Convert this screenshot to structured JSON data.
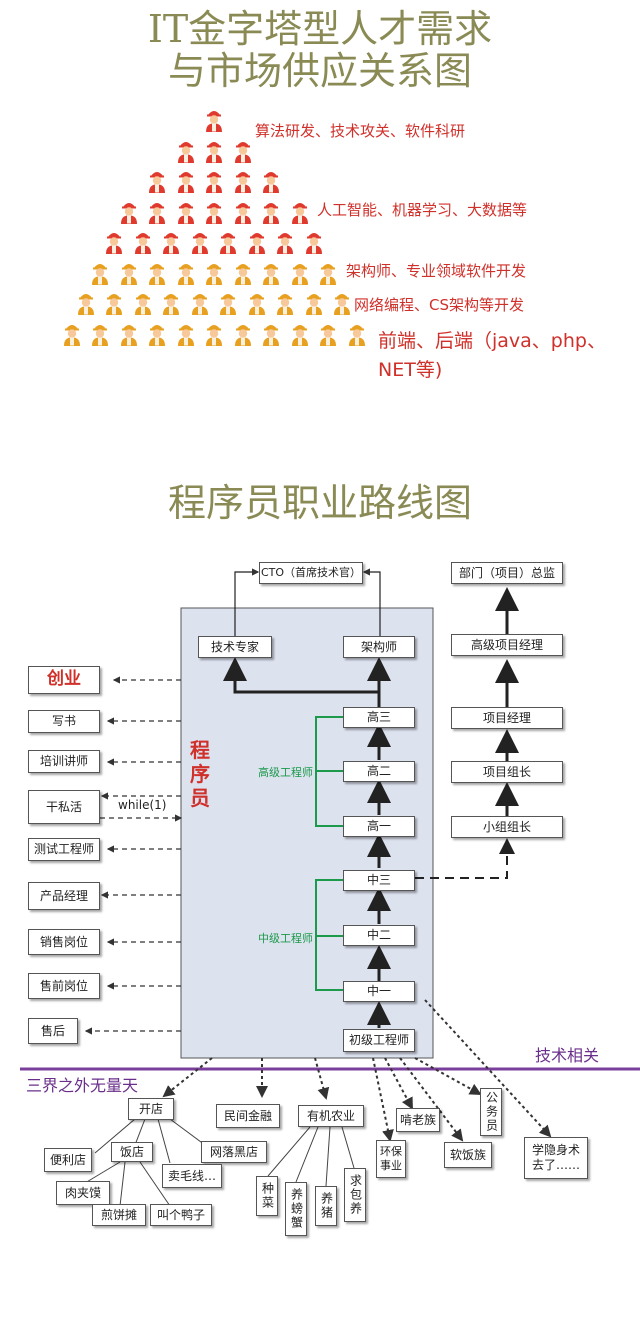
{
  "pyramid": {
    "title_line1": "IT金字塔型人才需求",
    "title_line2": "与市场供应关系图",
    "tiers": [
      "算法研发、技术攻关、软件科研",
      "人工智能、机器学习、大数据等",
      "架构师、专业领域软件开发",
      "网络编程、CS架构等开发",
      "前端、后端（java、php、",
      "NET等)"
    ],
    "rows": [
      1,
      3,
      5,
      7,
      8,
      9,
      10,
      11
    ],
    "row_colors": [
      "#e03a2f",
      "#e03a2f",
      "#e03a2f",
      "#e03a2f",
      "#e03a2f",
      "#e8a020",
      "#e8a020",
      "#e8a020"
    ]
  },
  "career": {
    "title": "程序员职业路线图",
    "programmer_label": "程\n序\n员",
    "cto": "CTO（首席技术官）",
    "tech_expert": "技术专家",
    "architect": "架构师",
    "senior_label": "高级工程师",
    "mid_label": "中级工程师",
    "senior": [
      "高三",
      "高二",
      "高一"
    ],
    "mid": [
      "中三",
      "中二",
      "中一"
    ],
    "junior": "初级工程师",
    "mgmt": [
      "部门（项目）总监",
      "高级项目经理",
      "项目经理",
      "项目组长",
      "小组组长"
    ],
    "left": [
      "创业",
      "写书",
      "培训讲师",
      "干私活",
      "测试工程师",
      "产品经理",
      "销售岗位",
      "售前岗位",
      "售后"
    ],
    "while_label": "while(1)",
    "tech_related": "技术相关",
    "outside": "三界之外无量天",
    "bottom": {
      "shop": "开店",
      "finance": "民间金融",
      "organic": "有机农业",
      "env": "环保事业",
      "kenlao": "啃老族",
      "ruanfan": "软饭族",
      "civil": "公务员",
      "hermit": "学隐身术去了……",
      "convenience": "便利店",
      "restaurant": "饭店",
      "netcafe": "网落黑店",
      "sell_yarn": "卖毛线…",
      "roujiamo": "肉夹馍",
      "jianbing": "煎饼摊",
      "duck": "叫个鸭子",
      "plant": "种菜",
      "crab": "养螃蟹",
      "pig": "养猪",
      "beg": "求包养"
    }
  }
}
